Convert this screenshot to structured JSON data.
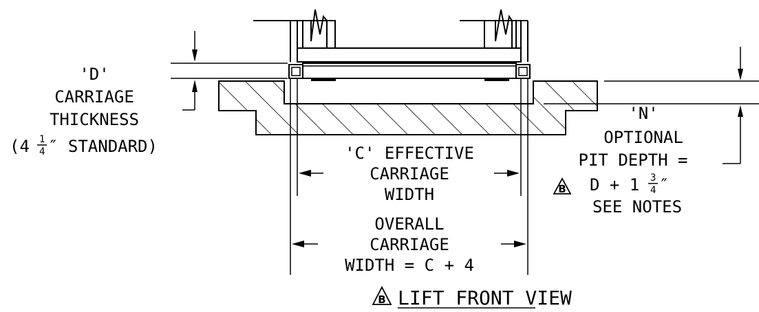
{
  "labels": {
    "d_tag": "'D'",
    "d_line1": "CARRIAGE",
    "d_line2": "THICKNESS",
    "d_std_a": "(4",
    "d_std_num": "1",
    "d_std_den": "4",
    "d_std_b": "″ STANDARD)",
    "c_line1": "'C' EFFECTIVE",
    "c_line2": "CARRIAGE",
    "c_line3": "WIDTH",
    "o_line1": "OVERALL",
    "o_line2": "CARRIAGE",
    "o_line3": "WIDTH = C + 4",
    "n_tag": "'N'",
    "n_line1": "OPTIONAL",
    "n_line2": "PIT DEPTH =",
    "n_eq_a": "D + 1",
    "n_eq_num": "3",
    "n_eq_den": "4",
    "n_eq_b": "″",
    "n_line4": "SEE NOTES",
    "rev_mark": "B",
    "title": "LIFT FRONT VIEW"
  }
}
